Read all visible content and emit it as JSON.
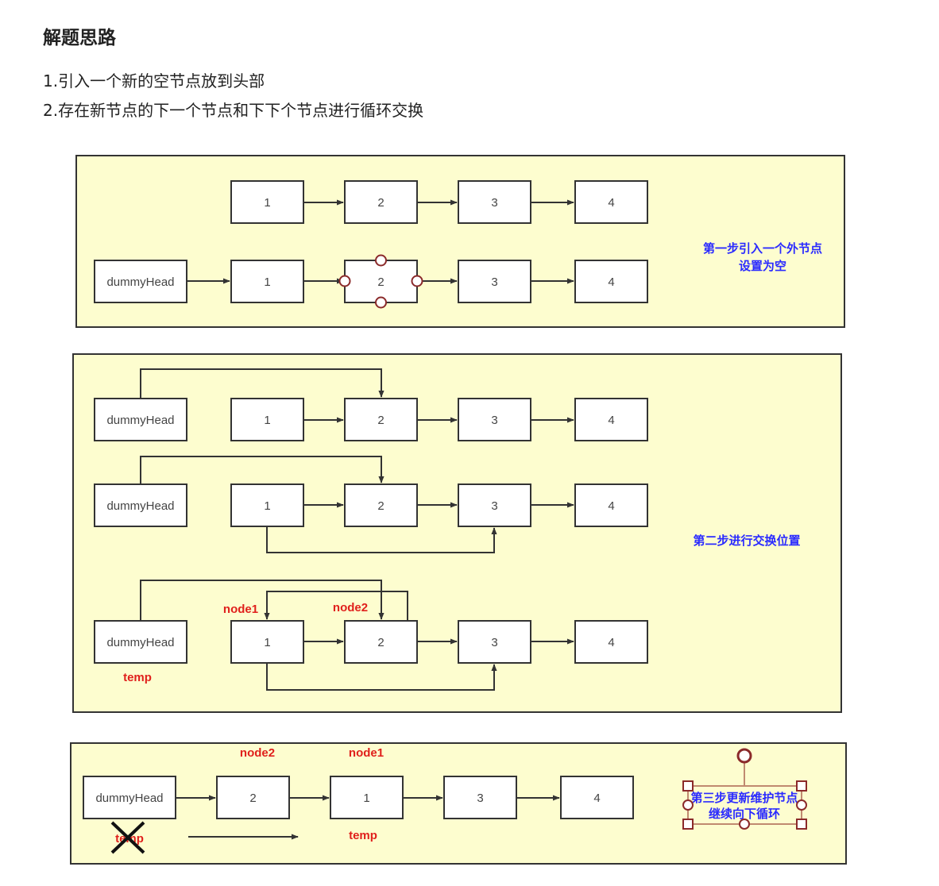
{
  "heading": "解题思路",
  "steps": [
    "1.引入一个新的空节点放到头部",
    "2.存在新节点的下一个节点和下下个节点进行循环交换"
  ],
  "nodes": {
    "dummy": "dummyHead",
    "n1": "1",
    "n2": "2",
    "n3": "3",
    "n4": "4"
  },
  "panel1": {
    "note_line1": "第一步引入一个外节点",
    "note_line2": "设置为空"
  },
  "panel2": {
    "note": "第二步进行交换位置",
    "label_node1": "node1",
    "label_node2": "node2",
    "label_temp": "temp"
  },
  "panel3": {
    "label_node2": "node2",
    "label_node1": "node1",
    "label_temp_old": "temp",
    "label_temp_new": "temp",
    "note_line1": "第三步更新维护节点",
    "note_line2": "继续向下循环"
  },
  "colors": {
    "panel_fill": "#fdfdcf",
    "note_blue": "#2a2aff",
    "label_red": "#e0201c",
    "handle": "#8b2a2a"
  }
}
